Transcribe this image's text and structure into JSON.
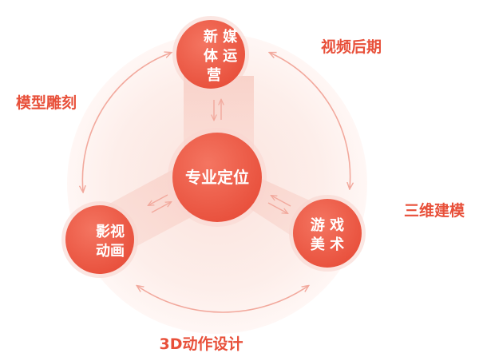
{
  "diagram": {
    "center": {
      "label": "专业定位"
    },
    "nodes": {
      "top": {
        "lines": [
          "新 媒",
          "体 运",
          "营"
        ]
      },
      "left": {
        "lines": [
          "影视",
          "动画"
        ]
      },
      "right": {
        "lines": [
          "游 戏",
          "美 术"
        ]
      }
    },
    "side_labels": {
      "top_left": "模型雕刻",
      "top_right": "视频后期",
      "right": "三维建模",
      "bottom": "3D动作设计"
    },
    "colors": {
      "accent": "#e8503a",
      "node_fill": "#ee5e4a",
      "node_shadow": "#f9d6cf",
      "halo": "#fdebe7",
      "arrow": "#f2a99d",
      "label": "#e8503a"
    }
  }
}
